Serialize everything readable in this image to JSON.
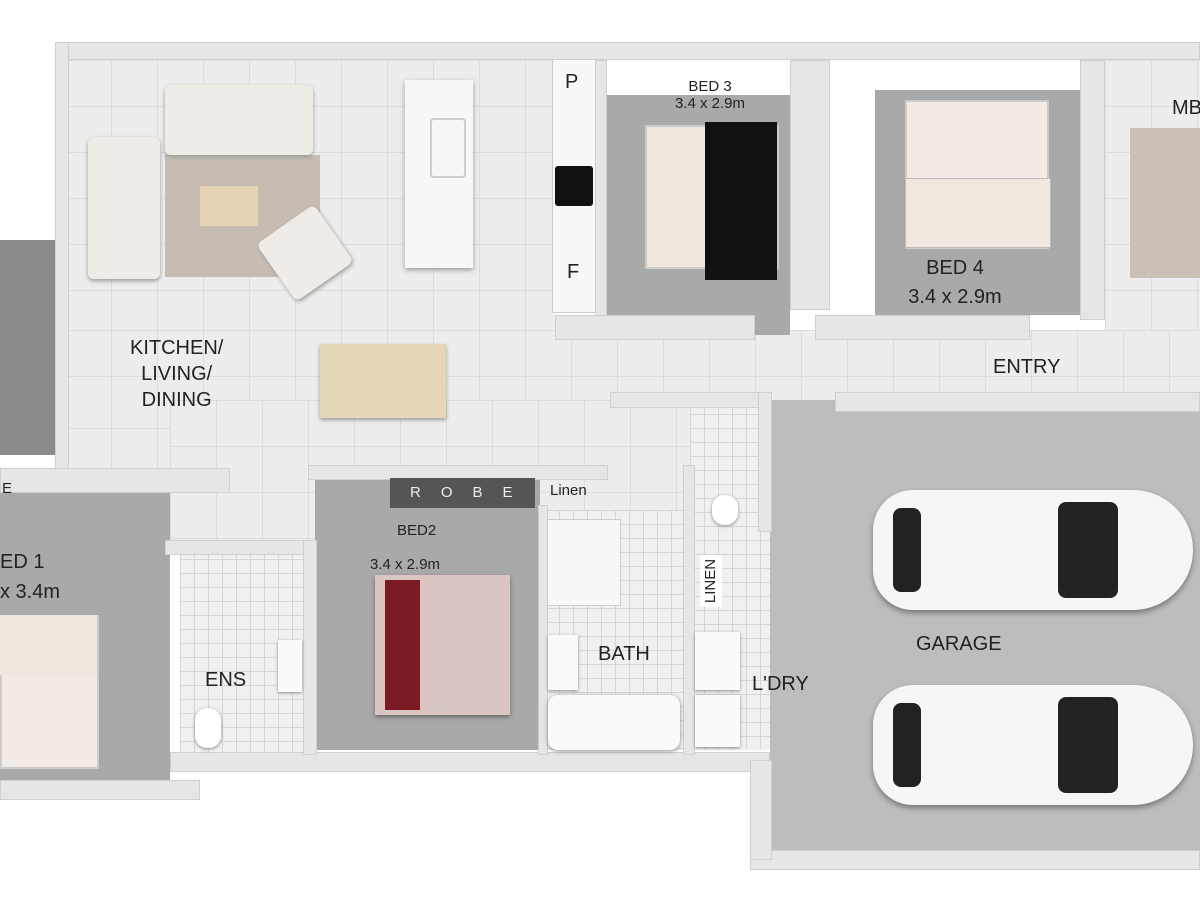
{
  "rooms": {
    "kitchen": "KITCHEN/\nLIVING/\nDINING",
    "pantry": "P",
    "fridge": "F",
    "bed3": {
      "name": "BED 3",
      "size": "3.4 x 2.9m"
    },
    "bed4": {
      "name": "BED 4",
      "size": "3.4 x 2.9m"
    },
    "master": "MB",
    "entry": "ENTRY",
    "bed1": {
      "name": "ED 1",
      "size": "x 3.4m"
    },
    "robe_left": "E",
    "ens": "ENS",
    "bed2": {
      "name": "BED2",
      "size": "3.4 x 2.9m"
    },
    "robe": "ROBE",
    "linen": "Linen",
    "linen2": "LINEN",
    "bath": "BATH",
    "laundry": "L'DRY",
    "garage": "GARAGE"
  },
  "colors": {
    "floor_tile": "#ededed",
    "carpet": "#a9a9a9",
    "garage": "#bdbdbd",
    "wall": "#e6e6e6"
  }
}
